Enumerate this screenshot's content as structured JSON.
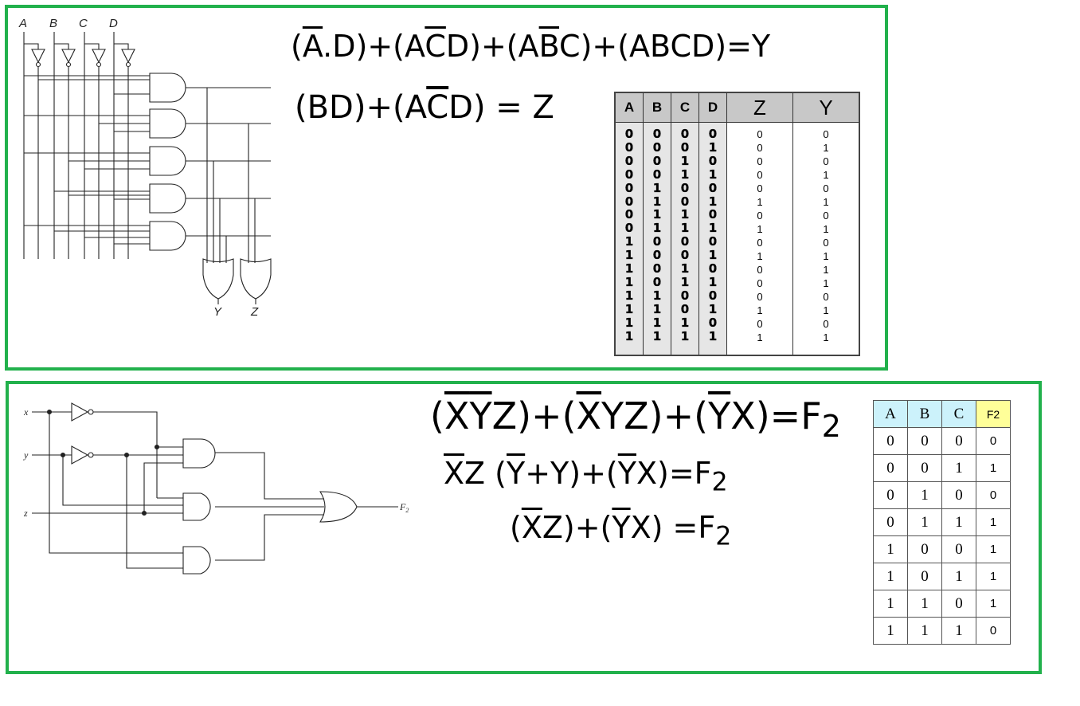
{
  "top": {
    "inputs": [
      "A",
      "B",
      "C",
      "D"
    ],
    "outputs": [
      "Y",
      "Z"
    ],
    "equation_y": [
      "(",
      "A",
      ".D)+(A",
      "C",
      "D)+(A",
      "B",
      "C)+(ABCD)=Y"
    ],
    "equation_z": [
      "(BD)+(A",
      "C",
      "D) = Z"
    ],
    "table": {
      "headers": [
        "A",
        "B",
        "C",
        "D",
        "Z",
        "Y"
      ],
      "A": [
        "0",
        "0",
        "0",
        "0",
        "0",
        "0",
        "0",
        "0",
        "1",
        "1",
        "1",
        "1",
        "1",
        "1",
        "1",
        "1"
      ],
      "B": [
        "0",
        "0",
        "0",
        "0",
        "1",
        "1",
        "1",
        "1",
        "0",
        "0",
        "0",
        "0",
        "1",
        "1",
        "1",
        "1"
      ],
      "C": [
        "0",
        "0",
        "1",
        "1",
        "0",
        "0",
        "1",
        "1",
        "0",
        "0",
        "1",
        "1",
        "0",
        "0",
        "1",
        "1"
      ],
      "D": [
        "0",
        "1",
        "0",
        "1",
        "0",
        "1",
        "0",
        "1",
        "0",
        "1",
        "0",
        "1",
        "0",
        "1",
        "0",
        "1"
      ],
      "Z": [
        "0",
        "0",
        "0",
        "0",
        "0",
        "1",
        "0",
        "1",
        "0",
        "1",
        "0",
        "0",
        "0",
        "1",
        "0",
        "1"
      ],
      "Y": [
        "0",
        "1",
        "0",
        "1",
        "0",
        "1",
        "0",
        "1",
        "0",
        "1",
        "1",
        "1",
        "0",
        "1",
        "0",
        "1"
      ]
    }
  },
  "bottom": {
    "inputs": [
      "x",
      "y",
      "z"
    ],
    "output": "F",
    "output_sub": "2",
    "eq1": [
      "(",
      "X",
      "Y",
      "Z)+(",
      "X",
      "YZ)+(",
      "Y",
      "X)=F",
      "2"
    ],
    "eq2": [
      "X",
      "Z (",
      "Y",
      "+Y)+(",
      "Y",
      "X)=F",
      "2"
    ],
    "eq3": [
      "(",
      "X",
      "Z)+(",
      "Y",
      "X) =F",
      "2"
    ],
    "table": {
      "headers": [
        "A",
        "B",
        "C",
        "F2"
      ],
      "rows": [
        [
          "0",
          "0",
          "0",
          "0"
        ],
        [
          "0",
          "0",
          "1",
          "1"
        ],
        [
          "0",
          "1",
          "0",
          "0"
        ],
        [
          "0",
          "1",
          "1",
          "1"
        ],
        [
          "1",
          "0",
          "0",
          "1"
        ],
        [
          "1",
          "0",
          "1",
          "1"
        ],
        [
          "1",
          "1",
          "0",
          "1"
        ],
        [
          "1",
          "1",
          "1",
          "0"
        ]
      ]
    }
  }
}
